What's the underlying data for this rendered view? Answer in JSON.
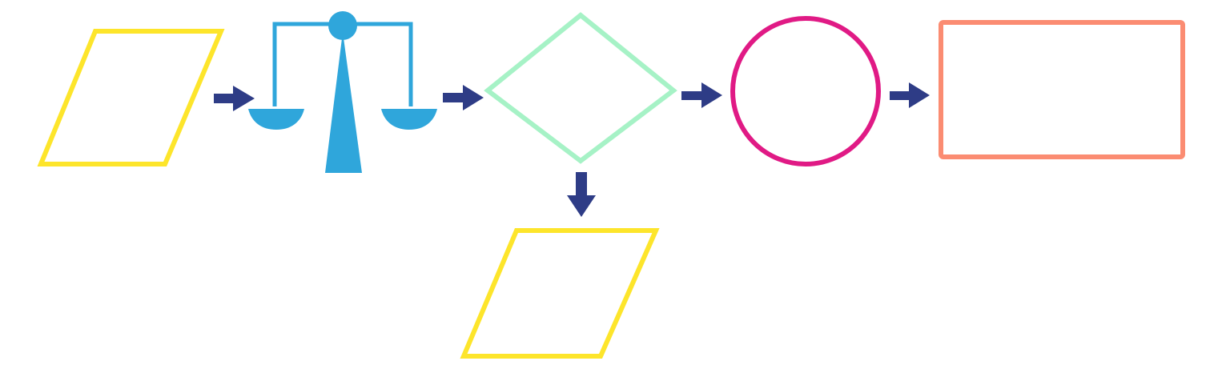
{
  "diagram": {
    "type": "flowchart",
    "nodes": [
      {
        "id": "input-parallelogram",
        "shape": "parallelogram",
        "label": ""
      },
      {
        "id": "balance-scale",
        "shape": "scale-icon",
        "label": ""
      },
      {
        "id": "decision-diamond",
        "shape": "diamond",
        "label": ""
      },
      {
        "id": "output-parallelogram",
        "shape": "parallelogram",
        "label": ""
      },
      {
        "id": "process-circle",
        "shape": "circle",
        "label": ""
      },
      {
        "id": "result-rectangle",
        "shape": "rectangle",
        "label": ""
      }
    ],
    "edges": [
      {
        "from": "input-parallelogram",
        "to": "balance-scale",
        "direction": "right"
      },
      {
        "from": "balance-scale",
        "to": "decision-diamond",
        "direction": "right"
      },
      {
        "from": "decision-diamond",
        "to": "process-circle",
        "direction": "right"
      },
      {
        "from": "decision-diamond",
        "to": "output-parallelogram",
        "direction": "down"
      },
      {
        "from": "process-circle",
        "to": "result-rectangle",
        "direction": "right"
      }
    ]
  },
  "colors": {
    "parallelogram": "#FDE52B",
    "scale": "#2FA6DB",
    "diamond": "#A6F2C6",
    "circle": "#E01A85",
    "rectangle": "#FB8C72",
    "arrow": "#2E3C86",
    "background": "#FFFFFF"
  }
}
